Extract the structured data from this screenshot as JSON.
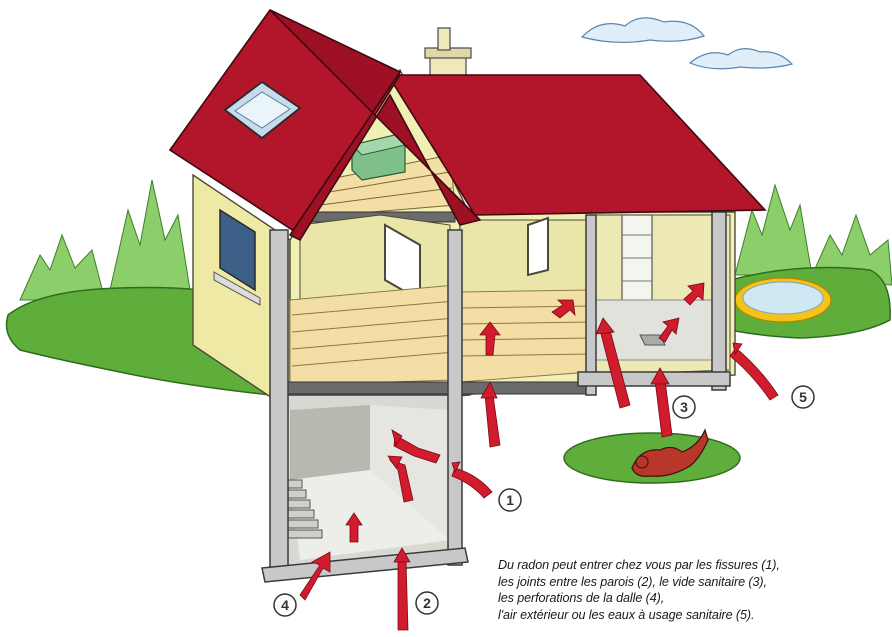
{
  "markers": [
    "1",
    "2",
    "3",
    "4",
    "5"
  ],
  "caption": {
    "lines": [
      "Du radon peut entrer chez vous par les fissures (1),",
      "les joints entre les parois (2), le vide sanitaire (3),",
      "les perforations de la dalle (4),",
      "l'air extérieur ou les eaux à usage sanitaire (5)."
    ]
  },
  "colors": {
    "roof": "#b3162a",
    "wall": "#f2efb4",
    "foundation": "#c8c8c8",
    "grass": "#5fae3c",
    "tree": "#8ccf6a",
    "pool_water": "#cfe8f3",
    "pool_rim": "#f4c21a",
    "arrow": "#d01c2c",
    "sky_cloud": "#dfeef8",
    "dog": "#b8362a"
  }
}
